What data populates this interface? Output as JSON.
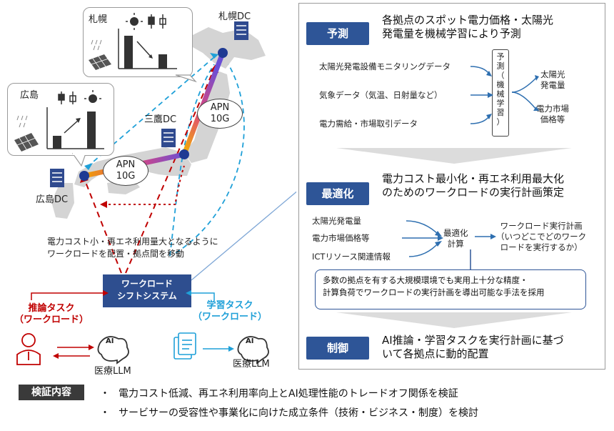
{
  "map": {
    "sapporo_city": "札幌",
    "hiroshima_city": "広島",
    "sapporo_dc": "札幌DC",
    "mitaka_dc": "三鷹DC",
    "hiroshima_dc": "広島DC",
    "apn_right": [
      "APN",
      "10G"
    ],
    "apn_left": [
      "APN",
      "10G"
    ],
    "move_caption": [
      "電力コスト小・再エネ利用量大となるように",
      "ワークロードを配置・拠点間を移動"
    ]
  },
  "shift_system": [
    "ワークロード",
    "シフトシステム"
  ],
  "inference_task": [
    "推論タスク",
    "（ワークロード）"
  ],
  "learning_task": [
    "学習タスク",
    "（ワークロード）"
  ],
  "llm_left": "医療LLM",
  "llm_right": "医療LLM",
  "ai_badge": "AI",
  "sections": {
    "predict": {
      "label": "予測",
      "title": [
        "各拠点のスポット電力価格・太陽光",
        "発電量を機械学習により予測"
      ],
      "inputs": [
        "太陽光発電設備モニタリングデータ",
        "気象データ（気温、日射量など）",
        "電力需給・市場取引データ"
      ],
      "method": [
        "予",
        "測",
        "（",
        "機",
        "械",
        "学",
        "習",
        "）"
      ],
      "outputs": [
        [
          "太陽光",
          "発電量"
        ],
        [
          "電力市場",
          "価格等"
        ]
      ]
    },
    "optimize": {
      "label": "最適化",
      "title": [
        "電力コスト最小化・再エネ利用最大化",
        "のためのワークロードの実行計画策定"
      ],
      "inputs": [
        "太陽光発電量",
        "電力市場価格等",
        "ICTリソース関連情報"
      ],
      "method": [
        "最適化",
        "計算"
      ],
      "output": [
        "ワークロード実行計画",
        "（いつどこでどのワーク",
        "ロードを実行するか）"
      ],
      "note": [
        "多数の拠点を有する大規模環境でも実用上十分な精度・",
        "計算負荷でワークロードの実行計画を導出可能な手法を採用"
      ]
    },
    "control": {
      "label": "制御",
      "title": [
        "AI推論・学習タスクを実行計画に基づ",
        "いて各拠点に動的配置"
      ]
    }
  },
  "verification": {
    "label": "検証内容",
    "bullets": [
      "電力コスト低減、再エネ利用率向上とAI処理性能のトレードオフ関係を検証",
      "サービサーの受容性や事業化に向けた成立条件（技術・ビジネス・制度）を検討"
    ],
    "bullet_mark": "・"
  },
  "colors": {
    "section_blue": "#2e5597",
    "shift_blue": "#2e4e8f",
    "dashed_red": "#c00000",
    "dashed_cyan": "#1fa0d8",
    "node_blue": "#1f3a93"
  }
}
